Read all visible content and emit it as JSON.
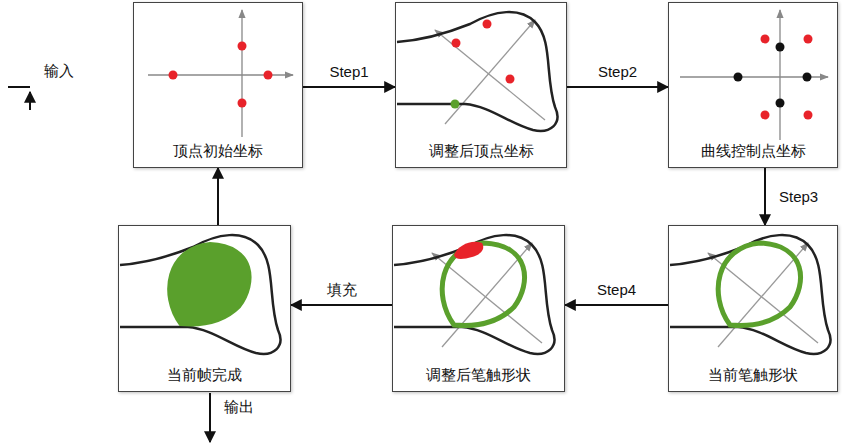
{
  "diagram": {
    "nodes": [
      {
        "text": [
          "顶点初始坐标"
        ]
      },
      {
        "text": [
          "调整后顶点坐标"
        ]
      },
      {
        "text": [
          "曲线控制点坐标"
        ]
      },
      {
        "text": [
          "当前笔触形状"
        ]
      },
      {
        "text": [
          "调整后笔触形状"
        ]
      },
      {
        "text": [
          "当前帧完成"
        ]
      }
    ],
    "edges": [
      {
        "from": 0,
        "to": 1,
        "label": "Step1",
        "arrow": "to"
      },
      {
        "from": 1,
        "to": 2,
        "label": "Step2",
        "arrow": "to"
      },
      {
        "from": 2,
        "to": 3,
        "label": "Step3",
        "arrow": "to"
      },
      {
        "from": 3,
        "to": 4,
        "label": "Step4",
        "arrow": "to"
      },
      {
        "from": 4,
        "to": 5,
        "label": "填充",
        "arrow": "to"
      },
      {
        "from": 5,
        "to": 0,
        "arrow": "to"
      }
    ],
    "labels": [
      "输入",
      "输出"
    ]
  }
}
